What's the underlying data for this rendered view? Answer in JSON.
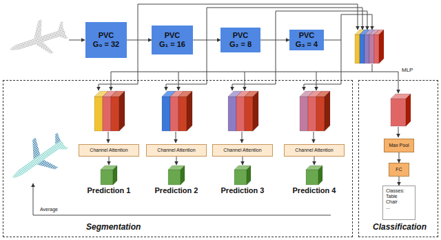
{
  "diagram": {
    "nodes": [
      {
        "text": [
          "PVC",
          "G₀ = 32"
        ]
      },
      {
        "text": [
          "PVC",
          "G₁ = 16"
        ]
      },
      {
        "text": [
          "PVC",
          "G₂ = 8"
        ]
      },
      {
        "text": [
          "PVC",
          "G₃ = 4"
        ]
      },
      {
        "text": [
          "Segmentation"
        ]
      },
      {
        "text": [
          "Channel Attention"
        ],
        "in": 4
      },
      {
        "text": [
          "Channel Attention"
        ],
        "in": 4
      },
      {
        "text": [
          "Channel Attention"
        ],
        "in": 4
      },
      {
        "text": [
          "Channel Attention"
        ],
        "in": 4
      },
      {
        "text": [
          "Prediction 1"
        ],
        "in": 4
      },
      {
        "text": [
          "Prediction 2"
        ],
        "in": 4
      },
      {
        "text": [
          "Prediction 3"
        ],
        "in": 4
      },
      {
        "text": [
          "Prediction 4"
        ],
        "in": 4
      },
      {
        "text": [
          "Classification"
        ]
      },
      {
        "text": [
          "Max Pool"
        ],
        "in": 13
      },
      {
        "text": [
          "FC"
        ],
        "in": 13
      },
      {
        "text": [
          "Classes: Table Chair ..."
        ],
        "in": 13
      }
    ],
    "edges": [
      {
        "from": 0,
        "to": 1,
        "arrow": "to"
      },
      {
        "from": 1,
        "to": 2,
        "arrow": "to"
      },
      {
        "from": 2,
        "to": 3,
        "arrow": "to"
      },
      {
        "from": 5,
        "to": 9,
        "arrow": "to"
      },
      {
        "from": 6,
        "to": 10,
        "arrow": "to"
      },
      {
        "from": 7,
        "to": 11,
        "arrow": "to"
      },
      {
        "from": 8,
        "to": 12,
        "arrow": "to"
      },
      {
        "from": 14,
        "to": 15,
        "arrow": "to"
      },
      {
        "from": 15,
        "to": 16,
        "arrow": "to"
      }
    ],
    "labels": [
      "MLP",
      "Average"
    ]
  }
}
